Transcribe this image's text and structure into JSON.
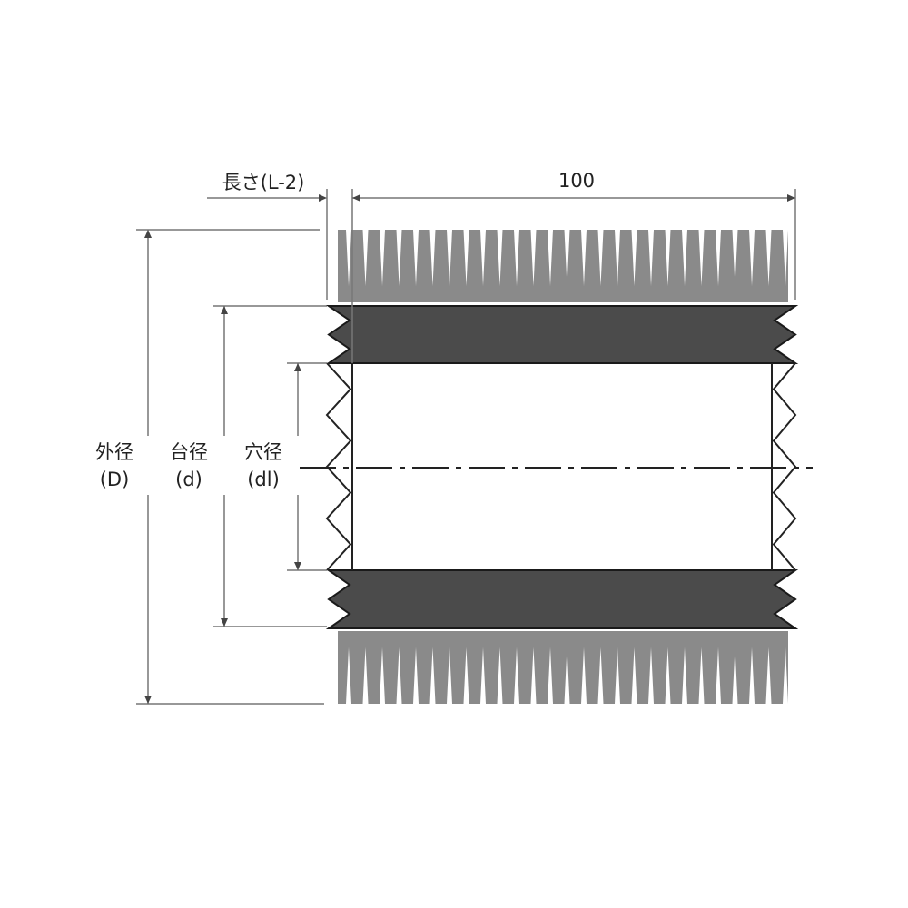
{
  "dimensions": {
    "length_label": "長さ(L-2)",
    "width_value": "100",
    "outer_diameter": {
      "name": "外径",
      "symbol": "(D)"
    },
    "base_diameter": {
      "name": "台径",
      "symbol": "(d)"
    },
    "hole_diameter": {
      "name": "穴径",
      "symbol": "(dl)"
    }
  },
  "colors": {
    "bristle": "#8a8a8a",
    "core": "#4b4b4b",
    "line": "#555555"
  }
}
